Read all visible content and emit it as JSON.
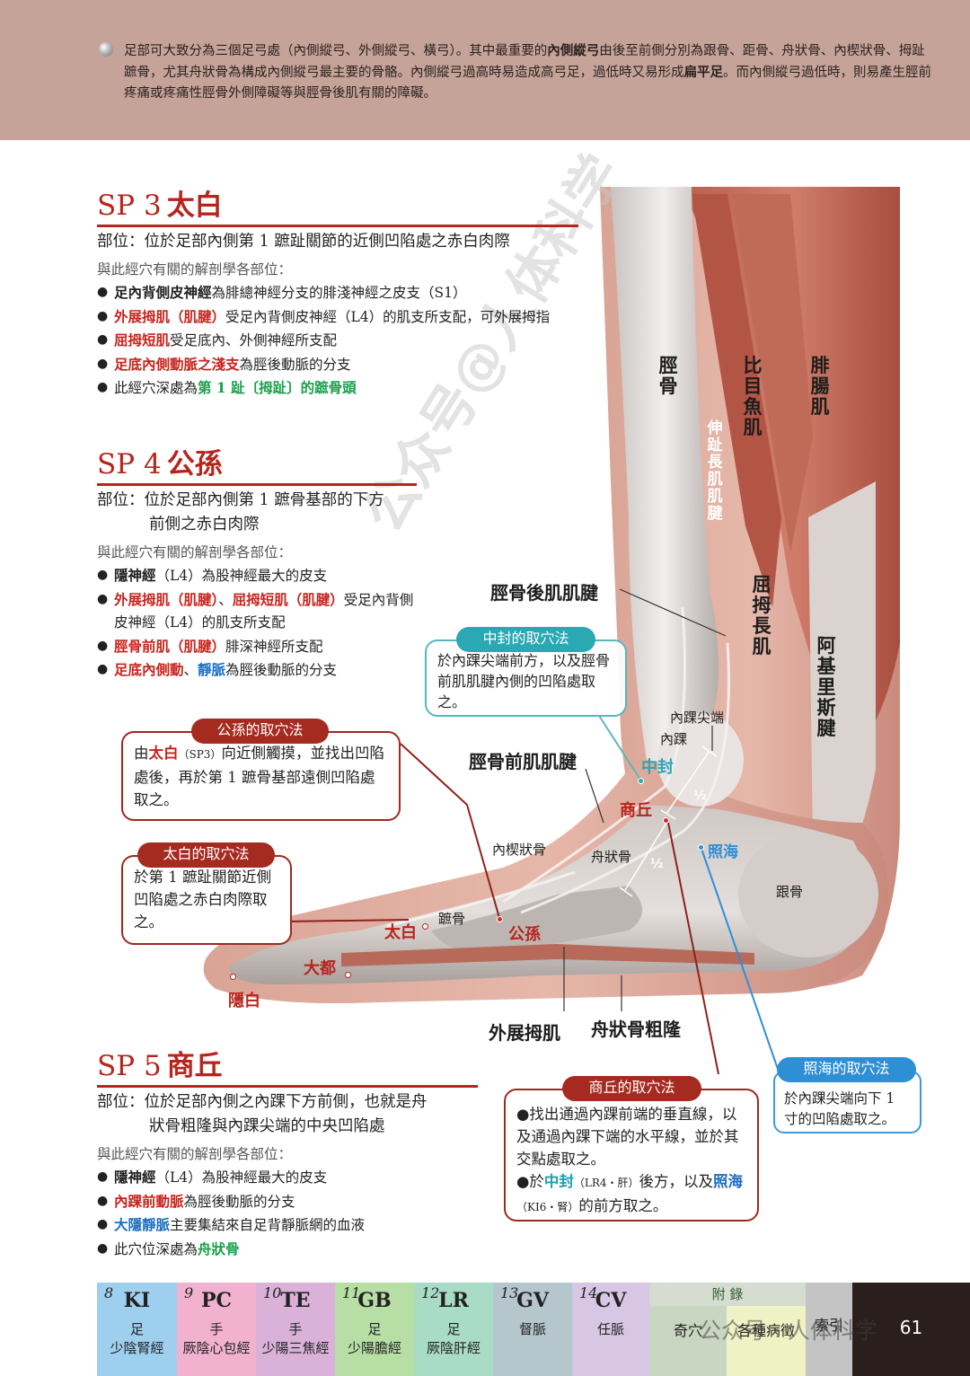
{
  "intro": {
    "p1": "足部可大致分為三個足弓處（內側縱弓、外側縱弓、橫弓）。其中最重要的",
    "b1": "內側縱弓",
    "p2": "由後至前側分別為跟骨、距骨、舟狀骨、內楔狀骨、拇趾蹠骨，尤其舟狀骨為構成內側縱弓最主要的骨骼。內側縱弓過高時易造成高弓足，過低時又易形成",
    "b2": "扁平足",
    "p3": "。而內側縱弓過低時，則易產生脛前疼痛或疼痛性脛骨外側障礙等與脛骨後肌有關的障礙。"
  },
  "sp3": {
    "code": "SP 3",
    "name": "太白",
    "location": "部位：位於足部內側第 1 蹠趾關節的近側凹陷處之赤白肉際",
    "subhead": "與此經穴有關的解剖學各部位：",
    "i1a": "足內背側皮神經",
    "i1b": "為腓總神經分支的腓淺神經之皮支（S1）",
    "i2a": "外展拇肌（肌腱）",
    "i2b": "受足內背側皮神經（L4）的肌支所支配，可外展拇指",
    "i3a": "屈拇短肌",
    "i3b": "受足底內、外側神經所支配",
    "i4a": "足底內側動脈之淺支",
    "i4b": "為脛後動脈的分支",
    "i5a": "此經穴深處為",
    "i5b": "第 1 趾〔拇趾〕的蹠骨頭"
  },
  "sp4": {
    "code": "SP 4",
    "name": "公孫",
    "location1": "部位：位於足部內側第 1 蹠骨基部的下方",
    "location2": "前側之赤白肉際",
    "subhead": "與此經穴有關的解剖學各部位：",
    "i1a": "隱神經",
    "i1b": "（L4）為股神經最大的皮支",
    "i2a": "外展拇肌（肌腱）",
    "i2b": "、",
    "i2c": "屈拇短肌（肌腱）",
    "i2d": "受足內背側皮神經（L4）的肌支所支配",
    "i3a": "脛骨前肌（肌腱）",
    "i3b": "腓深神經所支配",
    "i4a": "足底內側動",
    "i4b": "、",
    "i4c": "靜脈",
    "i4d": "為脛後動脈的分支"
  },
  "sp5": {
    "code": "SP 5",
    "name": "商丘",
    "location1": "部位：位於足部內側之內踝下方前側，也就是舟",
    "location2": "狀骨粗隆與內踝尖端的中央凹陷處",
    "subhead": "與此經穴有關的解剖學各部位：",
    "i1a": "隱神經",
    "i1b": "（L4）為股神經最大的皮支",
    "i2a": "內踝前動脈",
    "i2b": "為脛後動脈的分支",
    "i3a": "大隱靜脈",
    "i3b": "主要集結來自足背靜脈網的血液",
    "i4a": "此穴位深處為",
    "i4b": "舟狀骨"
  },
  "box_gongsun": {
    "title": "公孫的取穴法",
    "t1": "由",
    "t2": "太白",
    "t3": "（SP3）",
    "t4": "向近側觸摸，並找出凹陷處後，再於第 1 蹠骨基部遠側凹陷處取之。"
  },
  "box_taibai": {
    "title": "太白的取穴法",
    "text": "於第 1 蹠趾關節近側凹陷處之赤白肉際取之。"
  },
  "box_zhongfeng": {
    "title": "中封的取穴法",
    "text": "於內踝尖端前方，以及脛骨前肌肌腱內側的凹陷處取之。"
  },
  "box_shangqiu": {
    "title": "商丘的取穴法",
    "t1": "●找出通過內踝前端的垂直線，以及通過內踝下端的水平線，並於其交點處取之。",
    "t2": "●於",
    "t3": "中封",
    "t4": "（LR4・肝）",
    "t5": "後方，以及",
    "t6": "照海",
    "t7": "（KI6・腎）",
    "t8": "的前方取之。"
  },
  "box_zhaohai": {
    "title": "照海的取穴法",
    "text": "於內踝尖端向下 1 寸的凹陷處取之。"
  },
  "labels": {
    "tibia": "脛骨",
    "edl": "伸趾長肌肌腱",
    "soleus": "比目魚肌",
    "gastro": "腓腸肌",
    "fhl": "屈拇長肌",
    "achilles": "阿基里斯腱",
    "tib_post": "脛骨後肌肌腱",
    "tib_ant": "脛骨前肌肌腱",
    "malleolus_tip": "內踝尖端",
    "malleolus": "內踝",
    "cuneiform": "內楔狀骨",
    "navicular": "舟狀骨",
    "calcaneus": "跟骨",
    "metatarsal": "蹠骨",
    "abd_hallucis": "外展拇肌",
    "nav_tub": "舟狀骨粗隆",
    "half1": "½",
    "half2": "½"
  },
  "points": {
    "zhongfeng": "中封",
    "shangqiu": "商丘",
    "zhaohai": "照海",
    "taibai": "太白",
    "gongsun": "公孫",
    "dadu": "大都",
    "yinbai": "隱白"
  },
  "watermark": "公众号@人体科学",
  "footer": {
    "tabs": [
      {
        "num": "8",
        "code": "KI",
        "l1": "足",
        "l2": "少陰腎經",
        "color": "#9ecfee"
      },
      {
        "num": "9",
        "code": "PC",
        "l1": "手",
        "l2": "厥陰心包經",
        "color": "#f2b2cf"
      },
      {
        "num": "10",
        "code": "TE",
        "l1": "手",
        "l2": "少陽三焦經",
        "color": "#d9b1d9"
      },
      {
        "num": "11",
        "code": "GB",
        "l1": "足",
        "l2": "少陽膽經",
        "color": "#b6dea5"
      },
      {
        "num": "12",
        "code": "LR",
        "l1": "足",
        "l2": "厥陰肝經",
        "color": "#a8dcc7"
      },
      {
        "num": "13",
        "code": "GV",
        "l1": "督脈",
        "l2": "",
        "color": "#b6c6cd"
      },
      {
        "num": "14",
        "code": "CV",
        "l1": "任脈",
        "l2": "",
        "color": "#d7c7e4"
      }
    ],
    "appendix": "附 錄",
    "qixue": "奇穴",
    "bingzheng": "各種病徵",
    "index": "索引",
    "page": "61",
    "wm": "公众号 · 人体科学"
  }
}
